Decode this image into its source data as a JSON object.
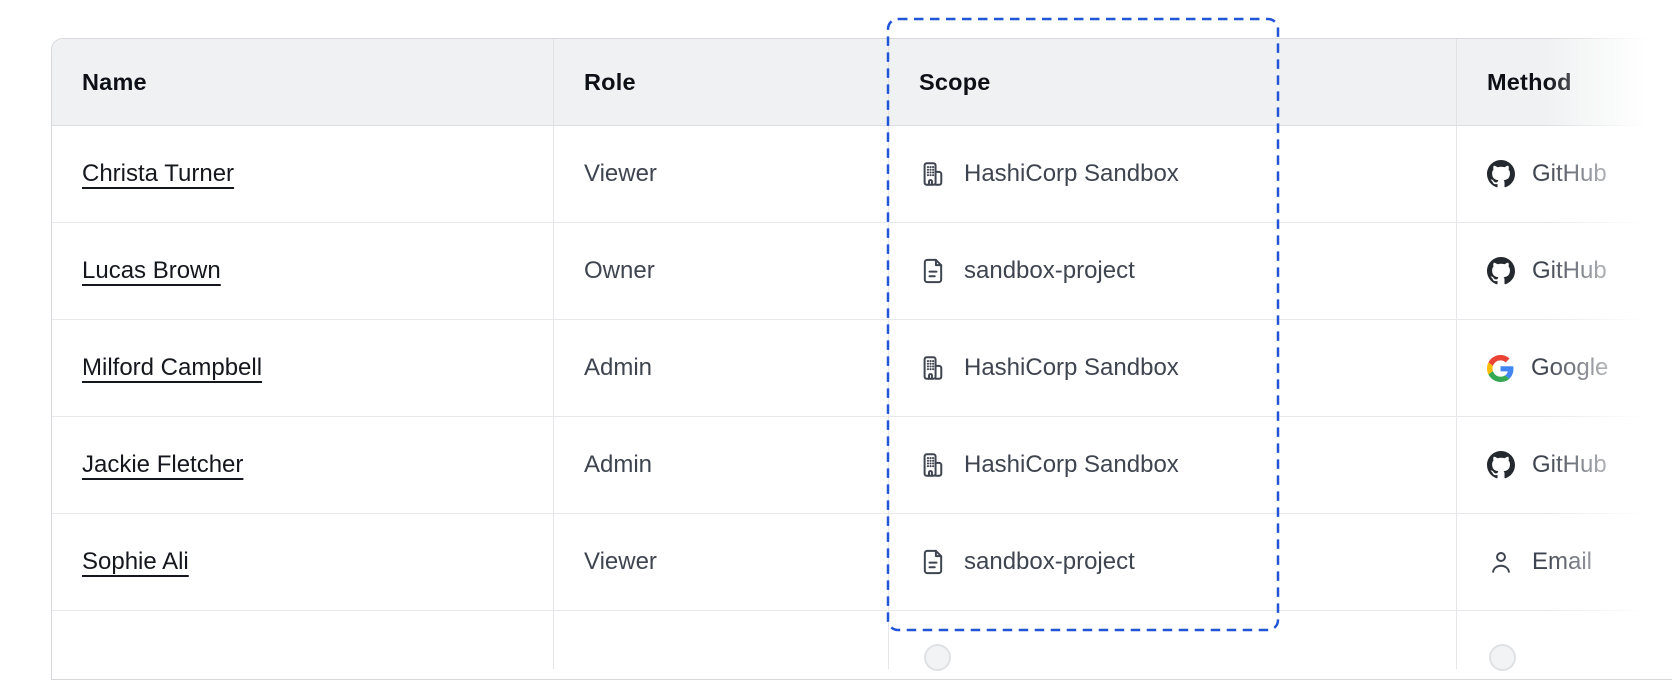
{
  "table": {
    "columns": [
      {
        "id": "name",
        "label": "Name"
      },
      {
        "id": "role",
        "label": "Role"
      },
      {
        "id": "scope",
        "label": "Scope"
      },
      {
        "id": "method",
        "label": "Method"
      }
    ],
    "rows": [
      {
        "name": "Christa Turner",
        "role": "Viewer",
        "scope": {
          "icon": "organization-icon",
          "label": "HashiCorp Sandbox"
        },
        "method": {
          "icon": "github-icon",
          "label": "GitHub"
        }
      },
      {
        "name": "Lucas Brown",
        "role": "Owner",
        "scope": {
          "icon": "project-icon",
          "label": "sandbox-project"
        },
        "method": {
          "icon": "github-icon",
          "label": "GitHub"
        }
      },
      {
        "name": "Milford Campbell",
        "role": "Admin",
        "scope": {
          "icon": "organization-icon",
          "label": "HashiCorp Sandbox"
        },
        "method": {
          "icon": "google-icon",
          "label": "Google"
        }
      },
      {
        "name": "Jackie Fletcher",
        "role": "Admin",
        "scope": {
          "icon": "organization-icon",
          "label": "HashiCorp Sandbox"
        },
        "method": {
          "icon": "github-icon",
          "label": "GitHub"
        }
      },
      {
        "name": "Sophie Ali",
        "role": "Viewer",
        "scope": {
          "icon": "project-icon",
          "label": "sandbox-project"
        },
        "method": {
          "icon": "user-icon",
          "label": "Email"
        }
      }
    ]
  },
  "highlight": {
    "target": "scope-column",
    "style": "dashed-rectangle",
    "color": "#2154d6"
  },
  "colors": {
    "header_bg": "#f0f1f2",
    "header_border": "#dcdee1",
    "row_border": "#e8e9eb",
    "column_border": "#e4e6e9",
    "text_primary": "#14171d",
    "text_secondary": "#3f4550",
    "github_black": "#24292f",
    "google_blue": "#4285F4",
    "google_red": "#EA4335",
    "google_yellow": "#FBBC05",
    "google_green": "#34A853"
  }
}
